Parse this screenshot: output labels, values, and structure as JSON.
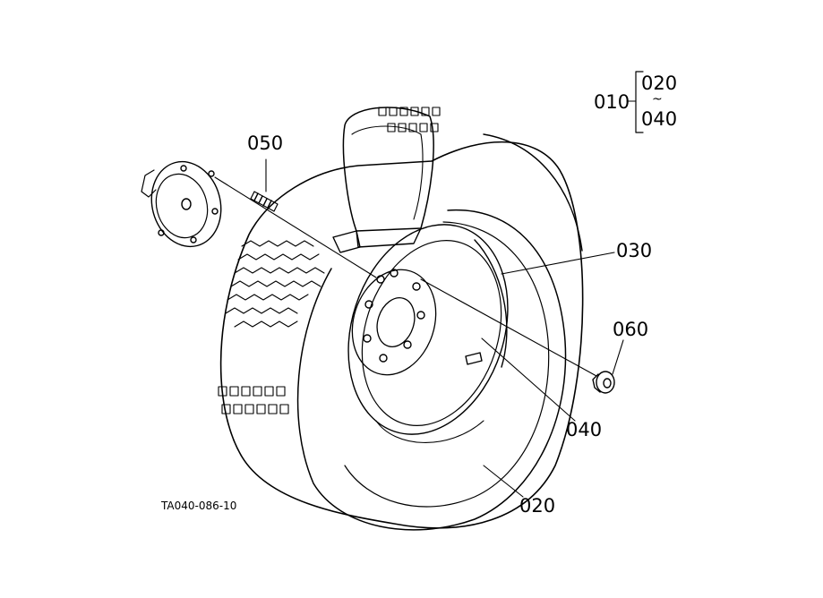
{
  "labels": {
    "p010": "010",
    "p020_range": "020",
    "tilde": "~",
    "p040_range": "040",
    "p050": "050",
    "p030": "030",
    "p060": "060",
    "p040": "040",
    "p020": "020"
  },
  "drawing_code": "TA040-086-10"
}
